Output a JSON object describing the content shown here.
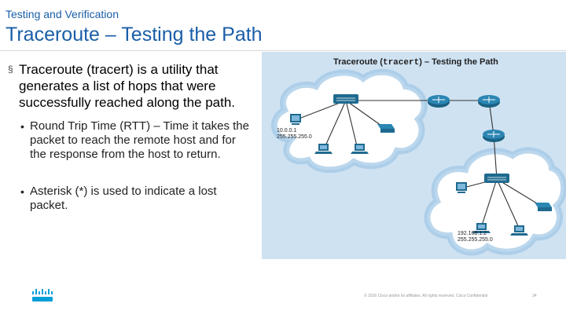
{
  "header": {
    "section": "Testing and Verification",
    "title": "Traceroute – Testing the Path"
  },
  "content": {
    "main_bullet": "Traceroute (tracert) is a utility that generates a list of hops that were successfully reached along the path.",
    "sub_bullets": [
      "Round Trip Time (RTT) – Time it takes the packet to reach the remote host and for the response from the host to return.",
      "Asterisk (*) is used to indicate a lost packet."
    ]
  },
  "figure": {
    "title_prefix": "Traceroute (",
    "title_command": "tracert",
    "title_suffix": ") – Testing the Path",
    "left_host": {
      "ip": "10.0.0.1",
      "mask": "255.255.255.0"
    },
    "right_host": {
      "ip": "192.168.1.2",
      "mask": "255.255.255.0"
    }
  },
  "footer": {
    "copyright": "© 2016  Cisco and/or its affiliates. All rights reserved.   Cisco Confidential",
    "page_number": "34"
  },
  "logo": {
    "icon": "cisco-logo-icon",
    "color": "#049fd9"
  },
  "colors": {
    "accent": "#1a5ea8",
    "figure_bg": "#cfe2f2",
    "device": "#1f6a8f"
  }
}
